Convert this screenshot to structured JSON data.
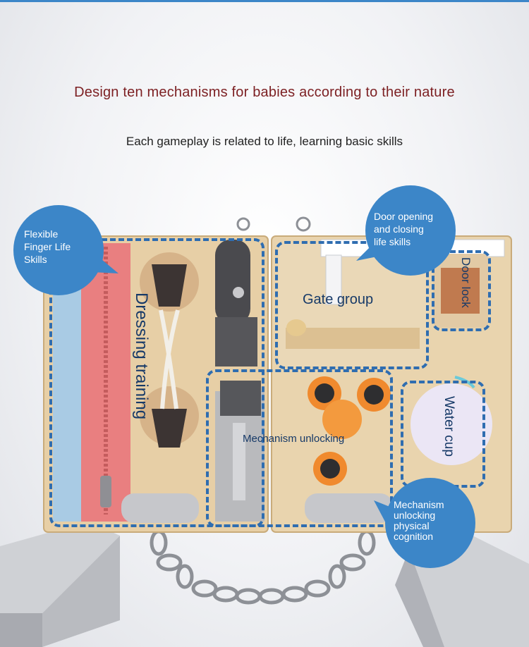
{
  "headline": "Design ten mechanisms for babies according to their nature",
  "subheadline": "Each gameplay is related to life, learning basic skills",
  "labels": {
    "dressing_training": "Dressing training",
    "gate_group": "Gate group",
    "door_lock": "Door lock",
    "mechanism_unlocking": "Mechanism unlocking",
    "water_cup": "Water cup"
  },
  "bubbles": {
    "flexible_finger": "Flexible\nFinger Life\nSkills",
    "door_opening": "Door opening\nand closing\nlife skills",
    "mechanism_cognition": "Mechanism\nunlocking\nphysical\ncognition"
  },
  "colors": {
    "accent_blue": "#3c86c8",
    "dash_blue": "#2f6db0",
    "headline_red": "#7c1f22",
    "wood": "#e7cfa6"
  }
}
